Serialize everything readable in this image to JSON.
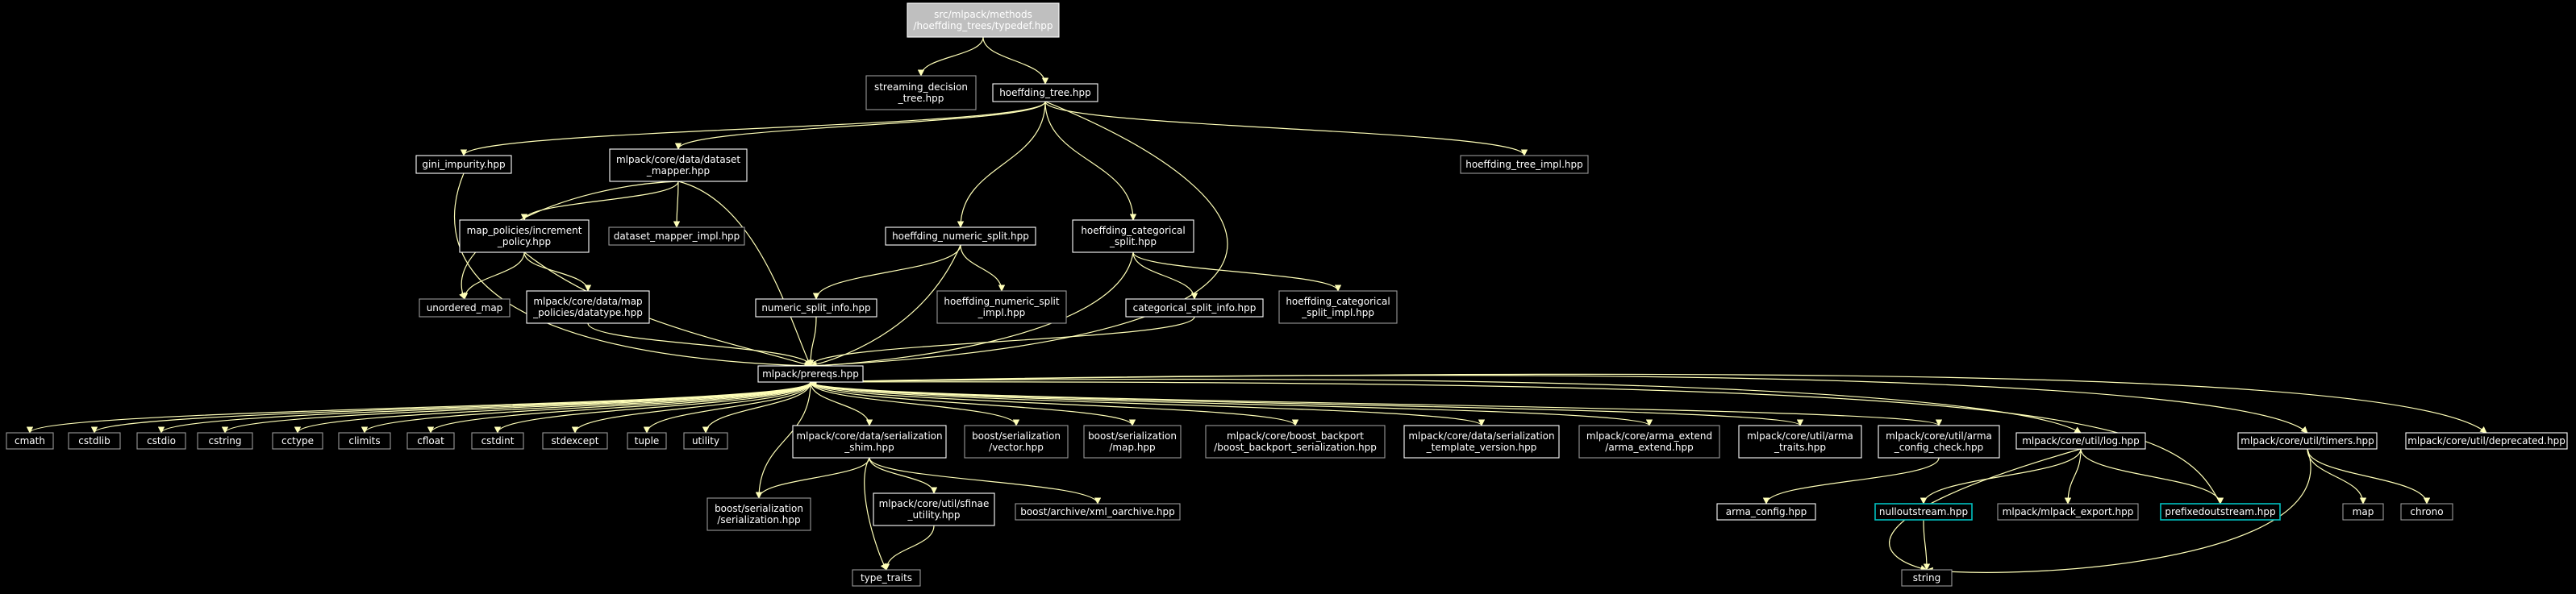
{
  "colors": {
    "background": "#000000",
    "edge": "#ffffb8",
    "text": "#ffffff",
    "root_fill": "#bfbfbf",
    "root_border": "#ffffff",
    "documented_border": "#ffffff",
    "undocumented_border": "#999999",
    "cyan_border": "#00c0c0"
  },
  "nodes": [
    {
      "id": "root",
      "lines": [
        "src/mlpack/methods",
        "/hoeffding_trees/typedef.hpp"
      ],
      "style": "root"
    },
    {
      "id": "streaming",
      "lines": [
        "streaming_decision",
        "_tree.hpp"
      ],
      "style": "grey"
    },
    {
      "id": "htree",
      "lines": [
        "hoeffding_tree.hpp"
      ],
      "style": "white"
    },
    {
      "id": "gini",
      "lines": [
        "gini_impurity.hpp"
      ],
      "style": "white"
    },
    {
      "id": "dsmapper",
      "lines": [
        "mlpack/core/data/dataset",
        "_mapper.hpp"
      ],
      "style": "white"
    },
    {
      "id": "htreeimpl",
      "lines": [
        "hoeffding_tree_impl.hpp"
      ],
      "style": "grey"
    },
    {
      "id": "mappol",
      "lines": [
        "map_policies/increment",
        "_policy.hpp"
      ],
      "style": "white"
    },
    {
      "id": "dsmapimpl",
      "lines": [
        "dataset_mapper_impl.hpp"
      ],
      "style": "grey"
    },
    {
      "id": "hnumsplit",
      "lines": [
        "hoeffding_numeric_split.hpp"
      ],
      "style": "white"
    },
    {
      "id": "hcatsplit",
      "lines": [
        "hoeffding_categorical",
        "_split.hpp"
      ],
      "style": "white"
    },
    {
      "id": "umap",
      "lines": [
        "unordered_map"
      ],
      "style": "grey"
    },
    {
      "id": "datatype",
      "lines": [
        "mlpack/core/data/map",
        "_policies/datatype.hpp"
      ],
      "style": "white"
    },
    {
      "id": "numsplitinfo",
      "lines": [
        "numeric_split_info.hpp"
      ],
      "style": "white"
    },
    {
      "id": "hnumsplitimpl",
      "lines": [
        "hoeffding_numeric_split",
        "_impl.hpp"
      ],
      "style": "grey"
    },
    {
      "id": "catsplitinfo",
      "lines": [
        "categorical_split_info.hpp"
      ],
      "style": "white"
    },
    {
      "id": "hcatsplitimpl",
      "lines": [
        "hoeffding_categorical",
        "_split_impl.hpp"
      ],
      "style": "grey"
    },
    {
      "id": "prereqs",
      "lines": [
        "mlpack/prereqs.hpp"
      ],
      "style": "white"
    },
    {
      "id": "cmath",
      "lines": [
        "cmath"
      ],
      "style": "grey"
    },
    {
      "id": "cstdlib",
      "lines": [
        "cstdlib"
      ],
      "style": "grey"
    },
    {
      "id": "cstdio",
      "lines": [
        "cstdio"
      ],
      "style": "grey"
    },
    {
      "id": "cstring",
      "lines": [
        "cstring"
      ],
      "style": "grey"
    },
    {
      "id": "cctype",
      "lines": [
        "cctype"
      ],
      "style": "grey"
    },
    {
      "id": "climits",
      "lines": [
        "climits"
      ],
      "style": "grey"
    },
    {
      "id": "cfloat",
      "lines": [
        "cfloat"
      ],
      "style": "grey"
    },
    {
      "id": "cstdint",
      "lines": [
        "cstdint"
      ],
      "style": "grey"
    },
    {
      "id": "stdexcept",
      "lines": [
        "stdexcept"
      ],
      "style": "grey"
    },
    {
      "id": "tuple",
      "lines": [
        "tuple"
      ],
      "style": "grey"
    },
    {
      "id": "utility",
      "lines": [
        "utility"
      ],
      "style": "grey"
    },
    {
      "id": "shim",
      "lines": [
        "mlpack/core/data/serialization",
        "_shim.hpp"
      ],
      "style": "white"
    },
    {
      "id": "bvector",
      "lines": [
        "boost/serialization",
        "/vector.hpp"
      ],
      "style": "grey"
    },
    {
      "id": "bmap",
      "lines": [
        "boost/serialization",
        "/map.hpp"
      ],
      "style": "grey"
    },
    {
      "id": "backport",
      "lines": [
        "mlpack/core/boost_backport",
        "/boost_backport_serialization.hpp"
      ],
      "style": "grey"
    },
    {
      "id": "tmplver",
      "lines": [
        "mlpack/core/data/serialization",
        "_template_version.hpp"
      ],
      "style": "white"
    },
    {
      "id": "armaext",
      "lines": [
        "mlpack/core/arma_extend",
        "/arma_extend.hpp"
      ],
      "style": "grey"
    },
    {
      "id": "armatraits",
      "lines": [
        "mlpack/core/util/arma",
        "_traits.hpp"
      ],
      "style": "white"
    },
    {
      "id": "armacfgchk",
      "lines": [
        "mlpack/core/util/arma",
        "_config_check.hpp"
      ],
      "style": "white"
    },
    {
      "id": "log",
      "lines": [
        "mlpack/core/util/log.hpp"
      ],
      "style": "white"
    },
    {
      "id": "timers",
      "lines": [
        "mlpack/core/util/timers.hpp"
      ],
      "style": "white"
    },
    {
      "id": "deprecated",
      "lines": [
        "mlpack/core/util/deprecated.hpp"
      ],
      "style": "white"
    },
    {
      "id": "bserial",
      "lines": [
        "boost/serialization",
        "/serialization.hpp"
      ],
      "style": "grey"
    },
    {
      "id": "sfinae",
      "lines": [
        "mlpack/core/util/sfinae",
        "_utility.hpp"
      ],
      "style": "white"
    },
    {
      "id": "xmlarch",
      "lines": [
        "boost/archive/xml_oarchive.hpp"
      ],
      "style": "grey"
    },
    {
      "id": "typetraits",
      "lines": [
        "type_traits"
      ],
      "style": "grey"
    },
    {
      "id": "armacfg",
      "lines": [
        "arma_config.hpp"
      ],
      "style": "white"
    },
    {
      "id": "nullout",
      "lines": [
        "nulloutstream.hpp"
      ],
      "style": "cyan"
    },
    {
      "id": "export",
      "lines": [
        "mlpack/mlpack_export.hpp"
      ],
      "style": "grey"
    },
    {
      "id": "prefixed",
      "lines": [
        "prefixedoutstream.hpp"
      ],
      "style": "cyan"
    },
    {
      "id": "string",
      "lines": [
        "string"
      ],
      "style": "grey"
    },
    {
      "id": "map",
      "lines": [
        "map"
      ],
      "style": "grey"
    },
    {
      "id": "chrono",
      "lines": [
        "chrono"
      ],
      "style": "grey"
    }
  ],
  "edges": [
    [
      "root",
      "streaming"
    ],
    [
      "root",
      "htree"
    ],
    [
      "htree",
      "gini"
    ],
    [
      "htree",
      "dsmapper"
    ],
    [
      "htree",
      "htreeimpl"
    ],
    [
      "htree",
      "hnumsplit"
    ],
    [
      "htree",
      "hcatsplit"
    ],
    [
      "htree",
      "prereqs"
    ],
    [
      "gini",
      "prereqs"
    ],
    [
      "dsmapper",
      "mappol"
    ],
    [
      "dsmapper",
      "dsmapimpl"
    ],
    [
      "dsmapper",
      "umap"
    ],
    [
      "dsmapper",
      "prereqs"
    ],
    [
      "mappol",
      "umap"
    ],
    [
      "mappol",
      "datatype"
    ],
    [
      "mappol",
      "prereqs"
    ],
    [
      "datatype",
      "prereqs"
    ],
    [
      "hnumsplit",
      "numsplitinfo"
    ],
    [
      "hnumsplit",
      "hnumsplitimpl"
    ],
    [
      "hnumsplit",
      "prereqs"
    ],
    [
      "numsplitinfo",
      "prereqs"
    ],
    [
      "hcatsplit",
      "catsplitinfo"
    ],
    [
      "hcatsplit",
      "hcatsplitimpl"
    ],
    [
      "hcatsplit",
      "prereqs"
    ],
    [
      "catsplitinfo",
      "prereqs"
    ],
    [
      "prereqs",
      "cmath"
    ],
    [
      "prereqs",
      "cstdlib"
    ],
    [
      "prereqs",
      "cstdio"
    ],
    [
      "prereqs",
      "cstring"
    ],
    [
      "prereqs",
      "cctype"
    ],
    [
      "prereqs",
      "climits"
    ],
    [
      "prereqs",
      "cfloat"
    ],
    [
      "prereqs",
      "cstdint"
    ],
    [
      "prereqs",
      "stdexcept"
    ],
    [
      "prereqs",
      "tuple"
    ],
    [
      "prereqs",
      "utility"
    ],
    [
      "prereqs",
      "shim"
    ],
    [
      "prereqs",
      "bvector"
    ],
    [
      "prereqs",
      "bmap"
    ],
    [
      "prereqs",
      "backport"
    ],
    [
      "prereqs",
      "tmplver"
    ],
    [
      "prereqs",
      "armaext"
    ],
    [
      "prereqs",
      "armatraits"
    ],
    [
      "prereqs",
      "armacfgchk"
    ],
    [
      "prereqs",
      "log"
    ],
    [
      "prereqs",
      "timers"
    ],
    [
      "prereqs",
      "deprecated"
    ],
    [
      "prereqs",
      "bserial"
    ],
    [
      "shim",
      "bserial"
    ],
    [
      "shim",
      "sfinae"
    ],
    [
      "shim",
      "xmlarch"
    ],
    [
      "shim",
      "typetraits"
    ],
    [
      "sfinae",
      "typetraits"
    ],
    [
      "armacfgchk",
      "armacfg"
    ],
    [
      "log",
      "nullout"
    ],
    [
      "log",
      "export"
    ],
    [
      "log",
      "prefixed"
    ],
    [
      "log",
      "string"
    ],
    [
      "nullout",
      "string"
    ],
    [
      "prefixed",
      "prereqs"
    ],
    [
      "timers",
      "map"
    ],
    [
      "timers",
      "chrono"
    ],
    [
      "timers",
      "string"
    ]
  ]
}
